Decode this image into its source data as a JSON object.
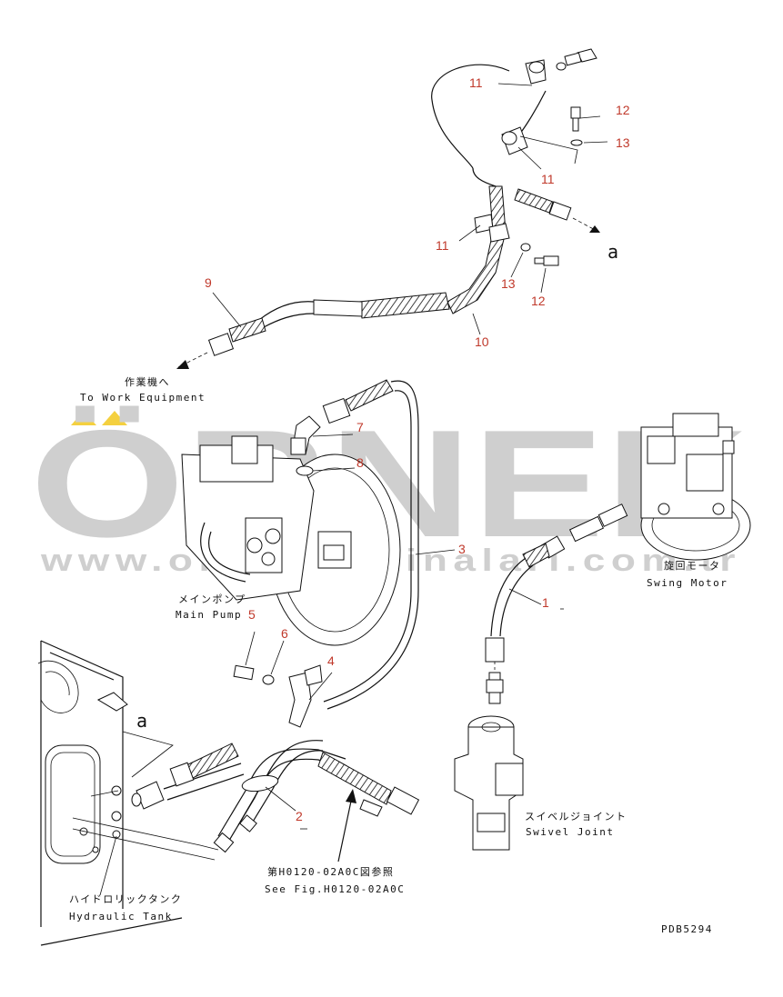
{
  "watermark": {
    "brand": "ÖRNEK",
    "url": "www.ornekmakinalari.com.tr",
    "accent_color": "#f4d03f",
    "gray_color": "#cfcfcf"
  },
  "part_labels": [
    {
      "id": "p11a",
      "text": "11"
    },
    {
      "id": "p11b",
      "text": "11"
    },
    {
      "id": "p11c",
      "text": "11"
    },
    {
      "id": "p12a",
      "text": "12"
    },
    {
      "id": "p12b",
      "text": "12"
    },
    {
      "id": "p13a",
      "text": "13"
    },
    {
      "id": "p13b",
      "text": "13"
    },
    {
      "id": "p9",
      "text": "9"
    },
    {
      "id": "p10",
      "text": "10"
    },
    {
      "id": "p7",
      "text": "7"
    },
    {
      "id": "p8",
      "text": "8"
    },
    {
      "id": "p3",
      "text": "3"
    },
    {
      "id": "p1",
      "text": "1"
    },
    {
      "id": "p5",
      "text": "5"
    },
    {
      "id": "p6",
      "text": "6"
    },
    {
      "id": "p4",
      "text": "4"
    },
    {
      "id": "p2",
      "text": "2"
    }
  ],
  "ref_letters": {
    "top": "a",
    "bottom": "a"
  },
  "captions": {
    "work_equipment_jp": "作業機へ",
    "work_equipment_en": "To Work Equipment",
    "main_pump_jp": "メインポンプ",
    "main_pump_en": "Main Pump",
    "swing_motor_jp": "旋回モータ",
    "swing_motor_en": "Swing Motor",
    "swivel_joint_jp": "スイベルジョイント",
    "swivel_joint_en": "Swivel Joint",
    "hydraulic_tank_jp": "ハイドロリックタンク",
    "hydraulic_tank_en": "Hydraulic Tank",
    "see_fig_jp": "第H0120-02A0C図参照",
    "see_fig_en": "See Fig.H0120-02A0C",
    "drawing_number": "PDB5294"
  }
}
